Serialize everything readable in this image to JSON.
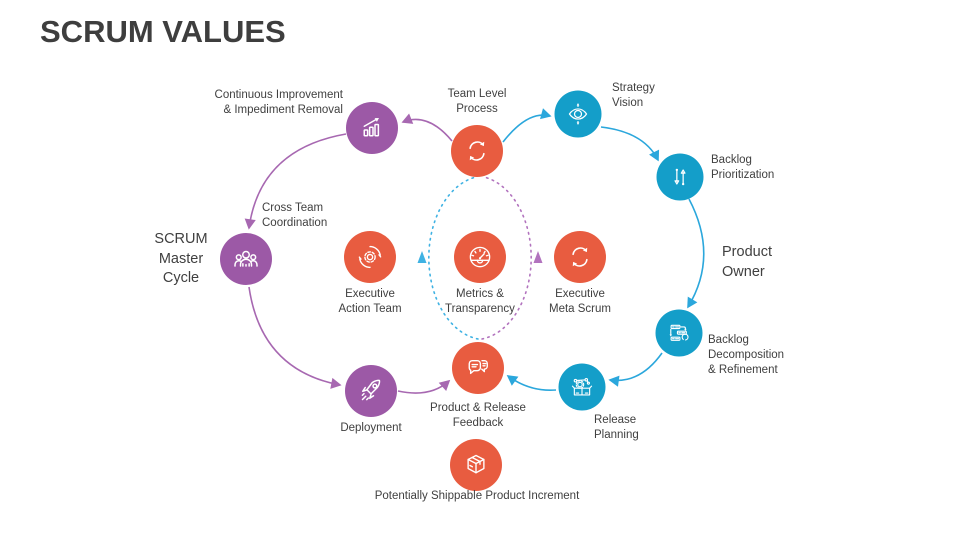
{
  "slide_title": "SCRUM VALUES",
  "colors": {
    "node_orange": "#E85C40",
    "node_purple": "#9C59A6",
    "node_blue": "#149EC9",
    "arc_purple": "#A768B1",
    "arc_blue": "#2BA7DC",
    "dashed_blue": "#3FB2E3",
    "dashed_purple": "#B273BE",
    "text": "#404040"
  },
  "cycles": {
    "scrum_master": {
      "label": "SCRUM\nMaster\nCycle"
    },
    "product_owner": {
      "label": "Product\nOwner"
    }
  },
  "nodes": {
    "continuous_improvement": {
      "label": "Continuous Improvement\n& Impediment Removal",
      "icon": "growth-chart-icon",
      "color": "purple"
    },
    "cross_team_coordination": {
      "label": "Cross Team\nCoordination",
      "icon": "team-icon",
      "color": "purple"
    },
    "deployment": {
      "label": "Deployment",
      "icon": "rocket-icon",
      "color": "purple"
    },
    "team_level_process": {
      "label": "Team Level\nProcess",
      "icon": "sync-icon",
      "color": "orange"
    },
    "executive_action_team": {
      "label": "Executive\nAction Team",
      "icon": "gear-sync-icon",
      "color": "orange"
    },
    "metrics_transparency": {
      "label": "Metrics &\nTransparency",
      "icon": "gauge-icon",
      "color": "orange"
    },
    "executive_meta_scrum": {
      "label": "Executive\nMeta Scrum",
      "icon": "sync-icon",
      "color": "orange"
    },
    "product_release_feedback": {
      "label": "Product & Release\nFeedback",
      "icon": "feedback-chat-icon",
      "color": "orange"
    },
    "product_increment": {
      "label": "Potentially Shippable Product Increment",
      "icon": "package-icon",
      "color": "orange"
    },
    "strategy_vision": {
      "label": "Strategy\nVision",
      "icon": "vision-icon",
      "color": "blue"
    },
    "backlog_prioritization": {
      "label": "Backlog\nPrioritization",
      "icon": "sort-arrows-icon",
      "color": "blue"
    },
    "backlog_decomposition": {
      "label": "Backlog\nDecomposition\n& Refinement",
      "icon": "task-breakdown-icon",
      "color": "blue"
    },
    "release_planning": {
      "label": "Release\nPlanning",
      "icon": "release-box-icon",
      "color": "blue"
    }
  }
}
